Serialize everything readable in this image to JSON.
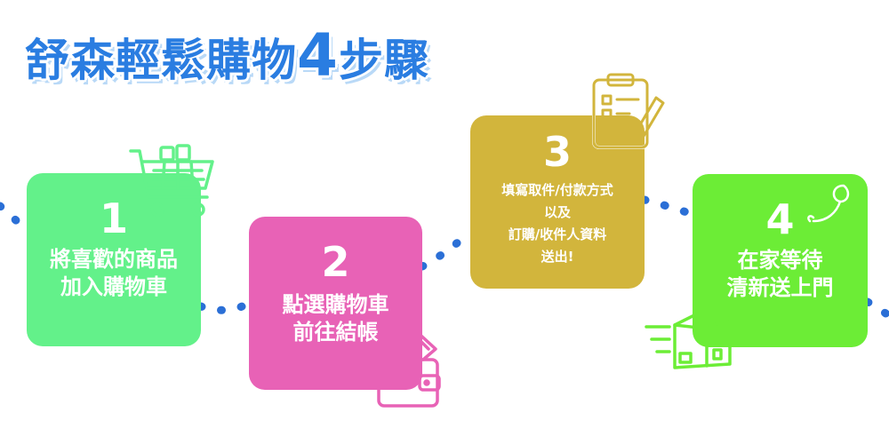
{
  "title": {
    "prefix": "舒森輕鬆購物",
    "number": "4",
    "suffix": "步驟"
  },
  "steps": [
    {
      "number": "1",
      "lines": [
        "將喜歡的商品",
        "加入購物車"
      ],
      "color": "#63f18a",
      "icon": "shopping-cart-icon"
    },
    {
      "number": "2",
      "lines": [
        "點選購物車",
        "前往結帳"
      ],
      "color": "#e862b6",
      "icon": "wallet-icon"
    },
    {
      "number": "3",
      "lines": [
        "填寫取件/付款方式",
        "以及",
        "訂購/收件人資料",
        "送出!"
      ],
      "color": "#d2b53c",
      "icon": "clipboard-icon"
    },
    {
      "number": "4",
      "lines": [
        "在家等待",
        "清新送上門"
      ],
      "color": "#6ced36",
      "icon": "delivery-box-icon"
    }
  ],
  "colors": {
    "title": "#2a7de1",
    "dots": "#2b6fd6"
  }
}
